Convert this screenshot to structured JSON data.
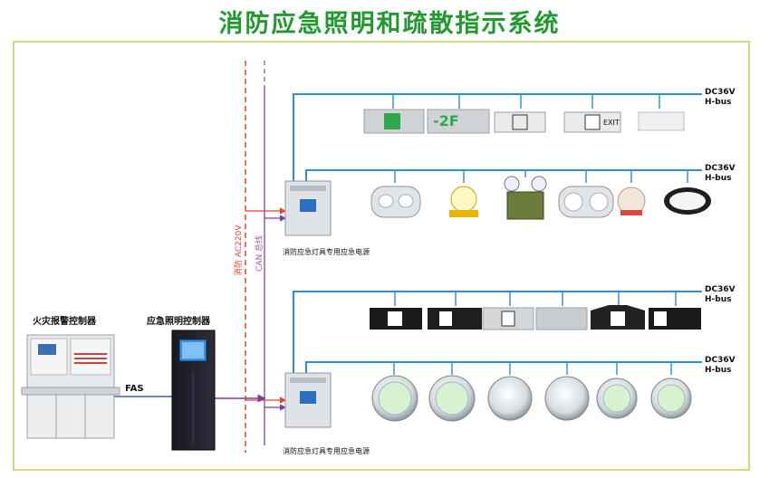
{
  "title": "消防应急照明和疏散指示系统",
  "labels": {
    "fire_alarm_controller": "火灾报警控制器",
    "emergency_light_controller": "应急照明控制器",
    "fas": "FAS",
    "ac_line": "消防 AC220V",
    "can_line": "CAN 总线",
    "power_supply_1": "消防应急灯具专用应急电源",
    "power_supply_2": "消防应急灯具专用应急电源"
  },
  "buses": [
    {
      "voltage": "DC36V",
      "bus": "H-bus"
    },
    {
      "voltage": "DC36V",
      "bus": "H-bus"
    },
    {
      "voltage": "DC36V",
      "bus": "H-bus"
    },
    {
      "voltage": "DC36V",
      "bus": "H-bus"
    }
  ],
  "sign_texts": {
    "floor": "-2F",
    "exit": "EXIT"
  },
  "colors": {
    "title": "#1f9a2e",
    "frame": "#c7e07a",
    "bus_line": "#2a8fd6",
    "ac_line": "#e8412e",
    "can_line": "#9b59b6"
  }
}
